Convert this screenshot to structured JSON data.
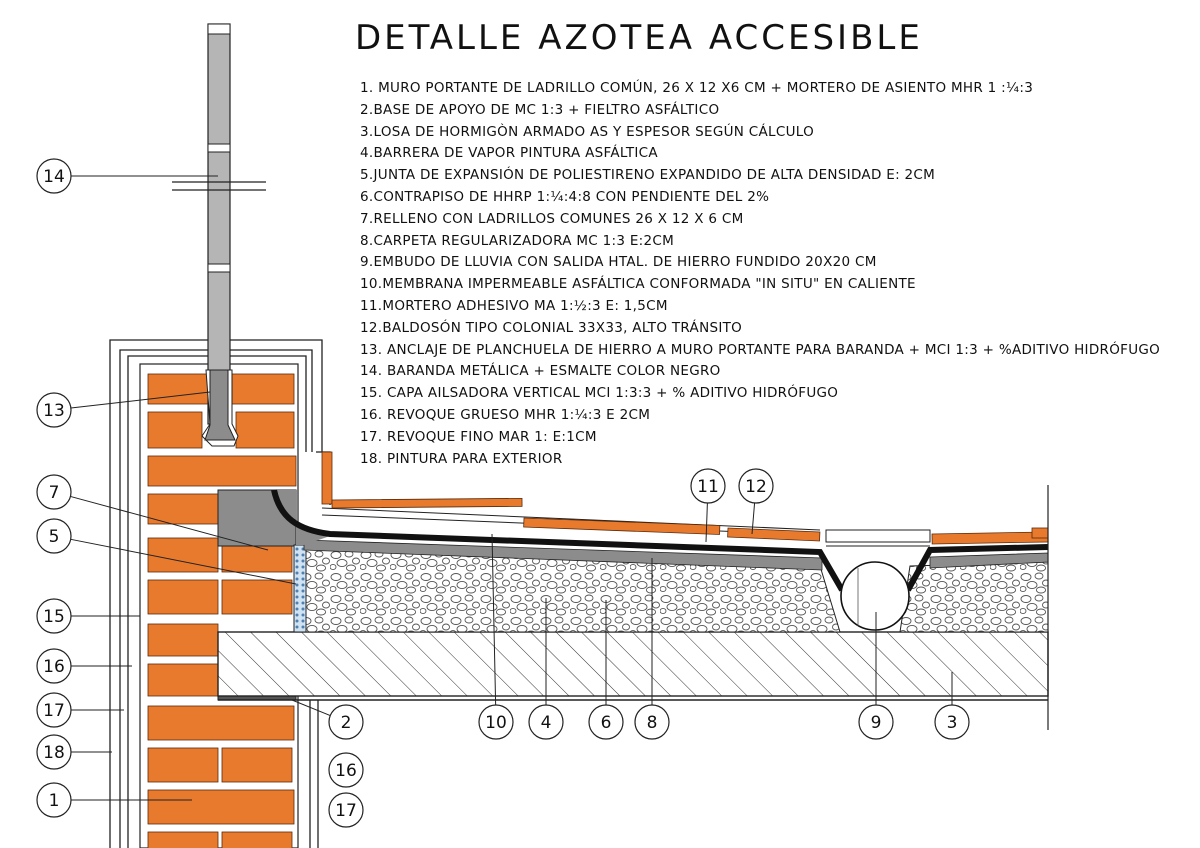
{
  "title": "DETALLE AZOTEA ACCESIBLE",
  "legend": [
    "1. MURO PORTANTE DE LADRILLO COMÚN, 26 X 12 X6 cm + MORTERO DE ASIENTO MHR 1 :¼:3",
    "2.BASE DE APOYO DE MC 1:3 +  FIELTRO ASFÁLTICO",
    "3.LOSA DE HORMIGÒN ARMADO AS Y ESPESOR SEGÚN CÁLCULO",
    "4.BARRERA DE VAPOR PINTURA ASFÁLTICA",
    "5.JUNTA DE EXPANSIÓN DE POLIESTIRENO EXPANDIDO DE ALTA DENSIDAD e: 2cm",
    "6.CONTRAPISO DE HHRP 1:¼:4:8  CON PENDIENTE DEL 2%",
    "7.RELLENO CON LADRILLOS COMUNES 26 X 12 X 6 cm",
    "8.CARPETA REGULARIZADORA MC 1:3 e:2cm",
    "9.EMBUDO DE LLUVIA CON SALIDA HTAL. DE HIERRO FUNDIDO 20X20 CM",
    "10.MEMBRANA IMPERMEABLE ASFÁLTICA CONFORMADA \"IN SITU\" EN CALIENTE",
    "11.MORTERO ADHESIVO MA 1:½:3 e: 1,5cm",
    "12.BALDOSÓN TIPO COLONIAL 33X33, ALTO TRÁNSITO",
    "13. ANCLAJE DE PLANCHUELA DE HIERRO A MURO PORTANTE PARA BARANDA + MCI 1:3 + %ADITIVO HIDRÓFUGO",
    "14. BARANDA METÁLICA + ESMALTE COLOR NEGRO",
    "15. CAPA AILSADORA VERTICAL MCI 1:3:3 + % ADITIVO HIDRÓFUGO",
    "16. REVOQUE GRUESO MHR 1:¼:3 e 2cm",
    "17. REVOQUE FINO MAR 1: e:1cm",
    "18. PINTURA PARA EXTERIOR"
  ],
  "callouts": {
    "left": [
      "14",
      "13",
      "7",
      "5",
      "15",
      "16",
      "17",
      "18",
      "1"
    ],
    "bottom": [
      "2",
      "16",
      "17",
      "10",
      "4",
      "6",
      "8",
      "9",
      "3"
    ],
    "top": [
      "11",
      "12"
    ]
  },
  "colors": {
    "brick": "#e87a2e",
    "mortar_gray": "#8c8c8c",
    "membrane": "#111111",
    "insulation": "#9cc4e4",
    "rail_gray": "#b5b5b5"
  }
}
